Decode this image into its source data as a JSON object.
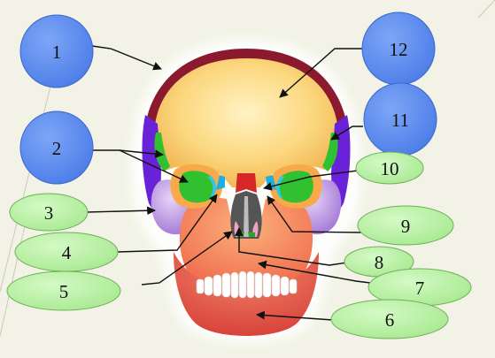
{
  "diagram": {
    "labels": [
      {
        "id": "1",
        "text": "1",
        "style": "blue"
      },
      {
        "id": "2",
        "text": "2",
        "style": "blue"
      },
      {
        "id": "3",
        "text": "3",
        "style": "green"
      },
      {
        "id": "4",
        "text": "4",
        "style": "green"
      },
      {
        "id": "5",
        "text": "5",
        "style": "green"
      },
      {
        "id": "6",
        "text": "6",
        "style": "green"
      },
      {
        "id": "7",
        "text": "7",
        "style": "green"
      },
      {
        "id": "8",
        "text": "8",
        "style": "green"
      },
      {
        "id": "9",
        "text": "9",
        "style": "green"
      },
      {
        "id": "10",
        "text": "10",
        "style": "green"
      },
      {
        "id": "11",
        "text": "11",
        "style": "blue"
      },
      {
        "id": "12",
        "text": "12",
        "style": "blue"
      }
    ]
  },
  "colors": {
    "background": "#f2f3e6",
    "blue_label_fill": "#5b8cf0",
    "green_label_fill": "#b8f0a0",
    "frontal": "#fcd880",
    "parietal": "#8b1a2e",
    "temporal": "#6a22d8",
    "zygomatic": "#b890e0",
    "maxilla": "#f27a55",
    "mandible": "#e8584a",
    "sphenoid": "#30c030",
    "ethmoid": "#f0a0c0",
    "nasal": "#d62828",
    "lacrimal": "#30c8e8",
    "vomer": "#444444"
  }
}
